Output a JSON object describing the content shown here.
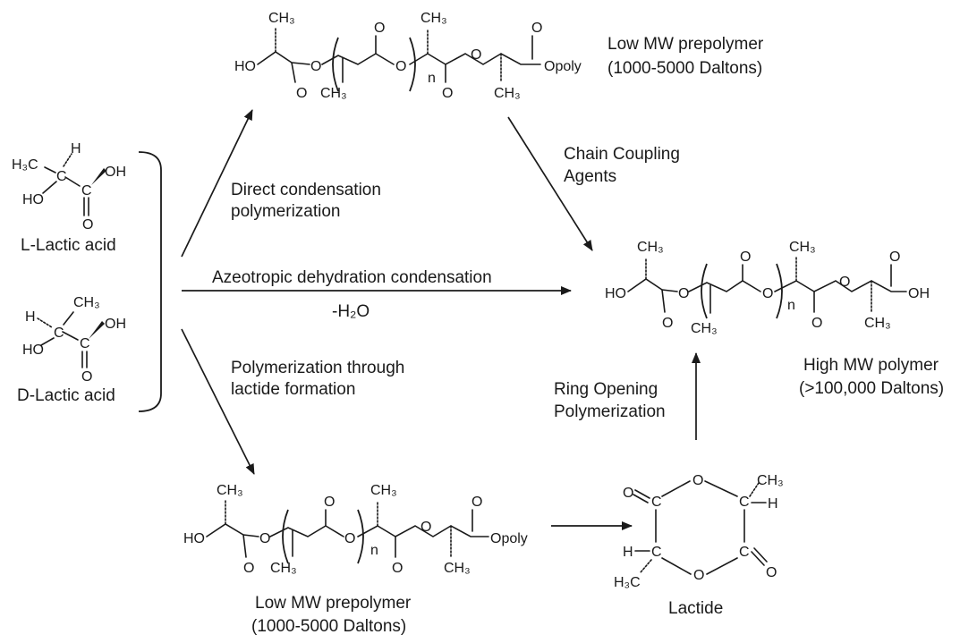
{
  "colors": {
    "ink": "#1a1a1a",
    "background": "#ffffff"
  },
  "monomers": {
    "l_lactic_acid": {
      "name": "L-Lactic acid",
      "methyl": "H₃C",
      "h": "H",
      "c_alpha": "C",
      "hydroxyl": "HO",
      "c_carbonyl": "C",
      "oh": "OH",
      "o": "O"
    },
    "d_lactic_acid": {
      "name": "D-Lactic acid",
      "methyl": "CH₃",
      "h": "H",
      "c_alpha": "C",
      "hydroxyl": "HO",
      "c_carbonyl": "C",
      "oh": "OH",
      "o": "O"
    }
  },
  "routes": {
    "direct": "Direct condensation polymerization",
    "direct_lines": [
      "Direct condensation",
      "polymerization"
    ],
    "azeotropic": "Azeotropic dehydration condensation",
    "water": "-H₂O",
    "lactide_route_lines": [
      "Polymerization through",
      "lactide formation"
    ],
    "coupling_lines": [
      "Chain Coupling",
      "Agents"
    ],
    "rop_lines": [
      "Ring Opening",
      "Polymerization"
    ]
  },
  "products": {
    "top_prepolymer": {
      "name": "Low MW prepolymer",
      "range": "(1000-5000 Daltons)"
    },
    "bottom_prepolymer": {
      "name": "Low MW prepolymer",
      "range": "(1000-5000 Daltons)"
    },
    "high_polymer": {
      "name": "High MW polymer",
      "range": "(>100,000 Daltons)"
    },
    "lactide": {
      "name": "Lactide"
    }
  },
  "structure_labels": {
    "ho": "HO",
    "o": "O",
    "ch3": "CH₃",
    "n": "n",
    "opoly": "Opoly",
    "oh": "OH",
    "h": "H",
    "c": "C",
    "h3c": "H₃C"
  }
}
